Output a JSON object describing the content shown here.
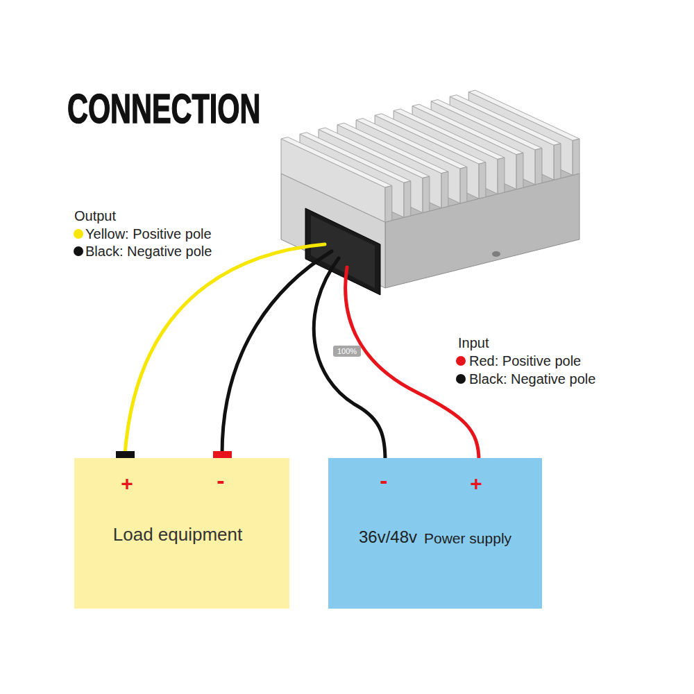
{
  "diagram": {
    "title": "CONNECTION",
    "nodes": [
      {
        "text": [
          "+",
          "-",
          "Load equipment"
        ]
      },
      {
        "text": [
          "-",
          "+",
          "36v/48v",
          "Power supply"
        ]
      }
    ],
    "labels": [
      "Output",
      "Input",
      "100%"
    ],
    "legend": [
      {
        "text": "Yellow: Positive pole",
        "color": "#f7e600"
      },
      {
        "text": "Black: Negative pole",
        "color": "#111111"
      },
      {
        "text": "Red: Positive pole",
        "color": "#e8141c"
      },
      {
        "text": "Black: Negative pole",
        "color": "#111111"
      }
    ]
  }
}
